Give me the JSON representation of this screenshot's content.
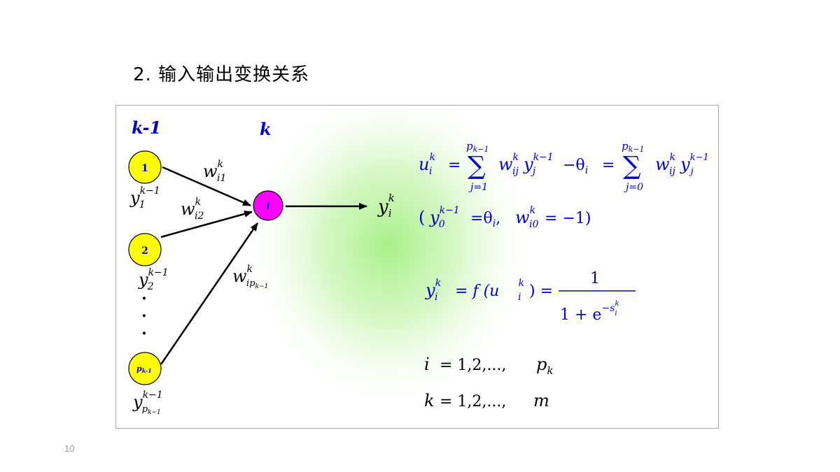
{
  "page": {
    "title": "2. 输入输出变换关系",
    "number": "10"
  },
  "diagram": {
    "layer_prev_label": "k-1",
    "layer_cur_label": "k",
    "nodes": {
      "n1": "1",
      "n2": "2",
      "np": "p",
      "np_sub": "k-1",
      "ni": "i"
    },
    "outputs": {
      "y1": {
        "base": "y",
        "sub": "1",
        "sup": "k−1"
      },
      "y2": {
        "base": "y",
        "sub": "2",
        "sup": "k−1"
      },
      "yp": {
        "base": "y",
        "sub": "p",
        "subsub": "k−1",
        "sup": "k−1"
      },
      "yi": {
        "base": "y",
        "sub": "i",
        "sup": "k"
      }
    },
    "weights": {
      "w1": {
        "base": "w",
        "sub": "i1",
        "sup": "k"
      },
      "w2": {
        "base": "w",
        "sub": "i2",
        "sup": "k"
      },
      "wp": {
        "base": "w",
        "sub": "ip",
        "subsub": "k−1",
        "sup": "k"
      }
    },
    "ellipsis": [
      "·",
      "·",
      "·"
    ]
  },
  "equations": {
    "eq1": {
      "u": "u",
      "u_sub": "i",
      "u_sup": "k",
      "eq": "=",
      "sum_top": "p",
      "sum_top_sub": "k−1",
      "sum": "∑",
      "sum_bottom_a": "j=1",
      "w": "w",
      "w_sub": "ij",
      "w_sup": "k",
      "y": "y",
      "y_sub": "j",
      "y_sup": "k−1",
      "minus_theta": "−θ",
      "theta_sub": "i",
      "sum_bottom_b": "j=0"
    },
    "eq2": {
      "open": "(",
      "y": "y",
      "y_sub": "0",
      "y_sup": "k−1",
      "eq_theta": "=θ",
      "theta_sub": "i",
      "comma": ",",
      "w": "w",
      "w_sub": "i0",
      "w_sup": "k",
      "eq_minus1": "= −1)"
    },
    "eq3": {
      "y": "y",
      "y_sub": "i",
      "y_sup": "k",
      "eq_f": "= f (u",
      "u_sub": "i",
      "u_sup": "k",
      "close": ") =",
      "numerator": "1",
      "denominator": "1 + e",
      "exp": "−s",
      "exp_sub": "i",
      "exp_sup": "k"
    },
    "eq4": {
      "lhs": "i",
      "rhs": "= 1,2,...,",
      "p": "p",
      "p_sub": "k"
    },
    "eq5": {
      "lhs": "k",
      "rhs": "= 1,2,...,",
      "m": "m"
    }
  },
  "colors": {
    "node_fill": "#ffff00",
    "node_i_fill": "#ff00ff",
    "node_text": "#0000cc",
    "formula": "#0000cc",
    "glow": "#a8f088"
  }
}
